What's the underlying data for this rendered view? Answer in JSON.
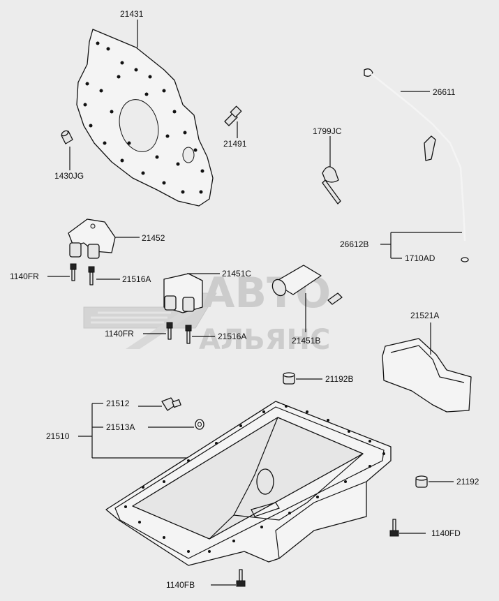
{
  "watermark": {
    "line1": "АВТО",
    "line2": "АЛЬЯНС"
  },
  "labels": {
    "p21431": "21431",
    "p1430jg": "1430JG",
    "p21491": "21491",
    "p1799jc": "1799JC",
    "p26611": "26611",
    "p26612b": "26612B",
    "p1710ad": "1710AD",
    "p21452": "21452",
    "p1140fr_a": "1140FR",
    "p21516a_a": "21516A",
    "p21451c": "21451C",
    "p1140fr_b": "1140FR",
    "p21516a_b": "21516A",
    "p21451b": "21451B",
    "p21521a": "21521A",
    "p21192b": "21192B",
    "p21512": "21512",
    "p21510": "21510",
    "p21513a": "21513A",
    "p21192": "21192",
    "p1140fd": "1140FD",
    "p1140fb": "1140FB"
  }
}
